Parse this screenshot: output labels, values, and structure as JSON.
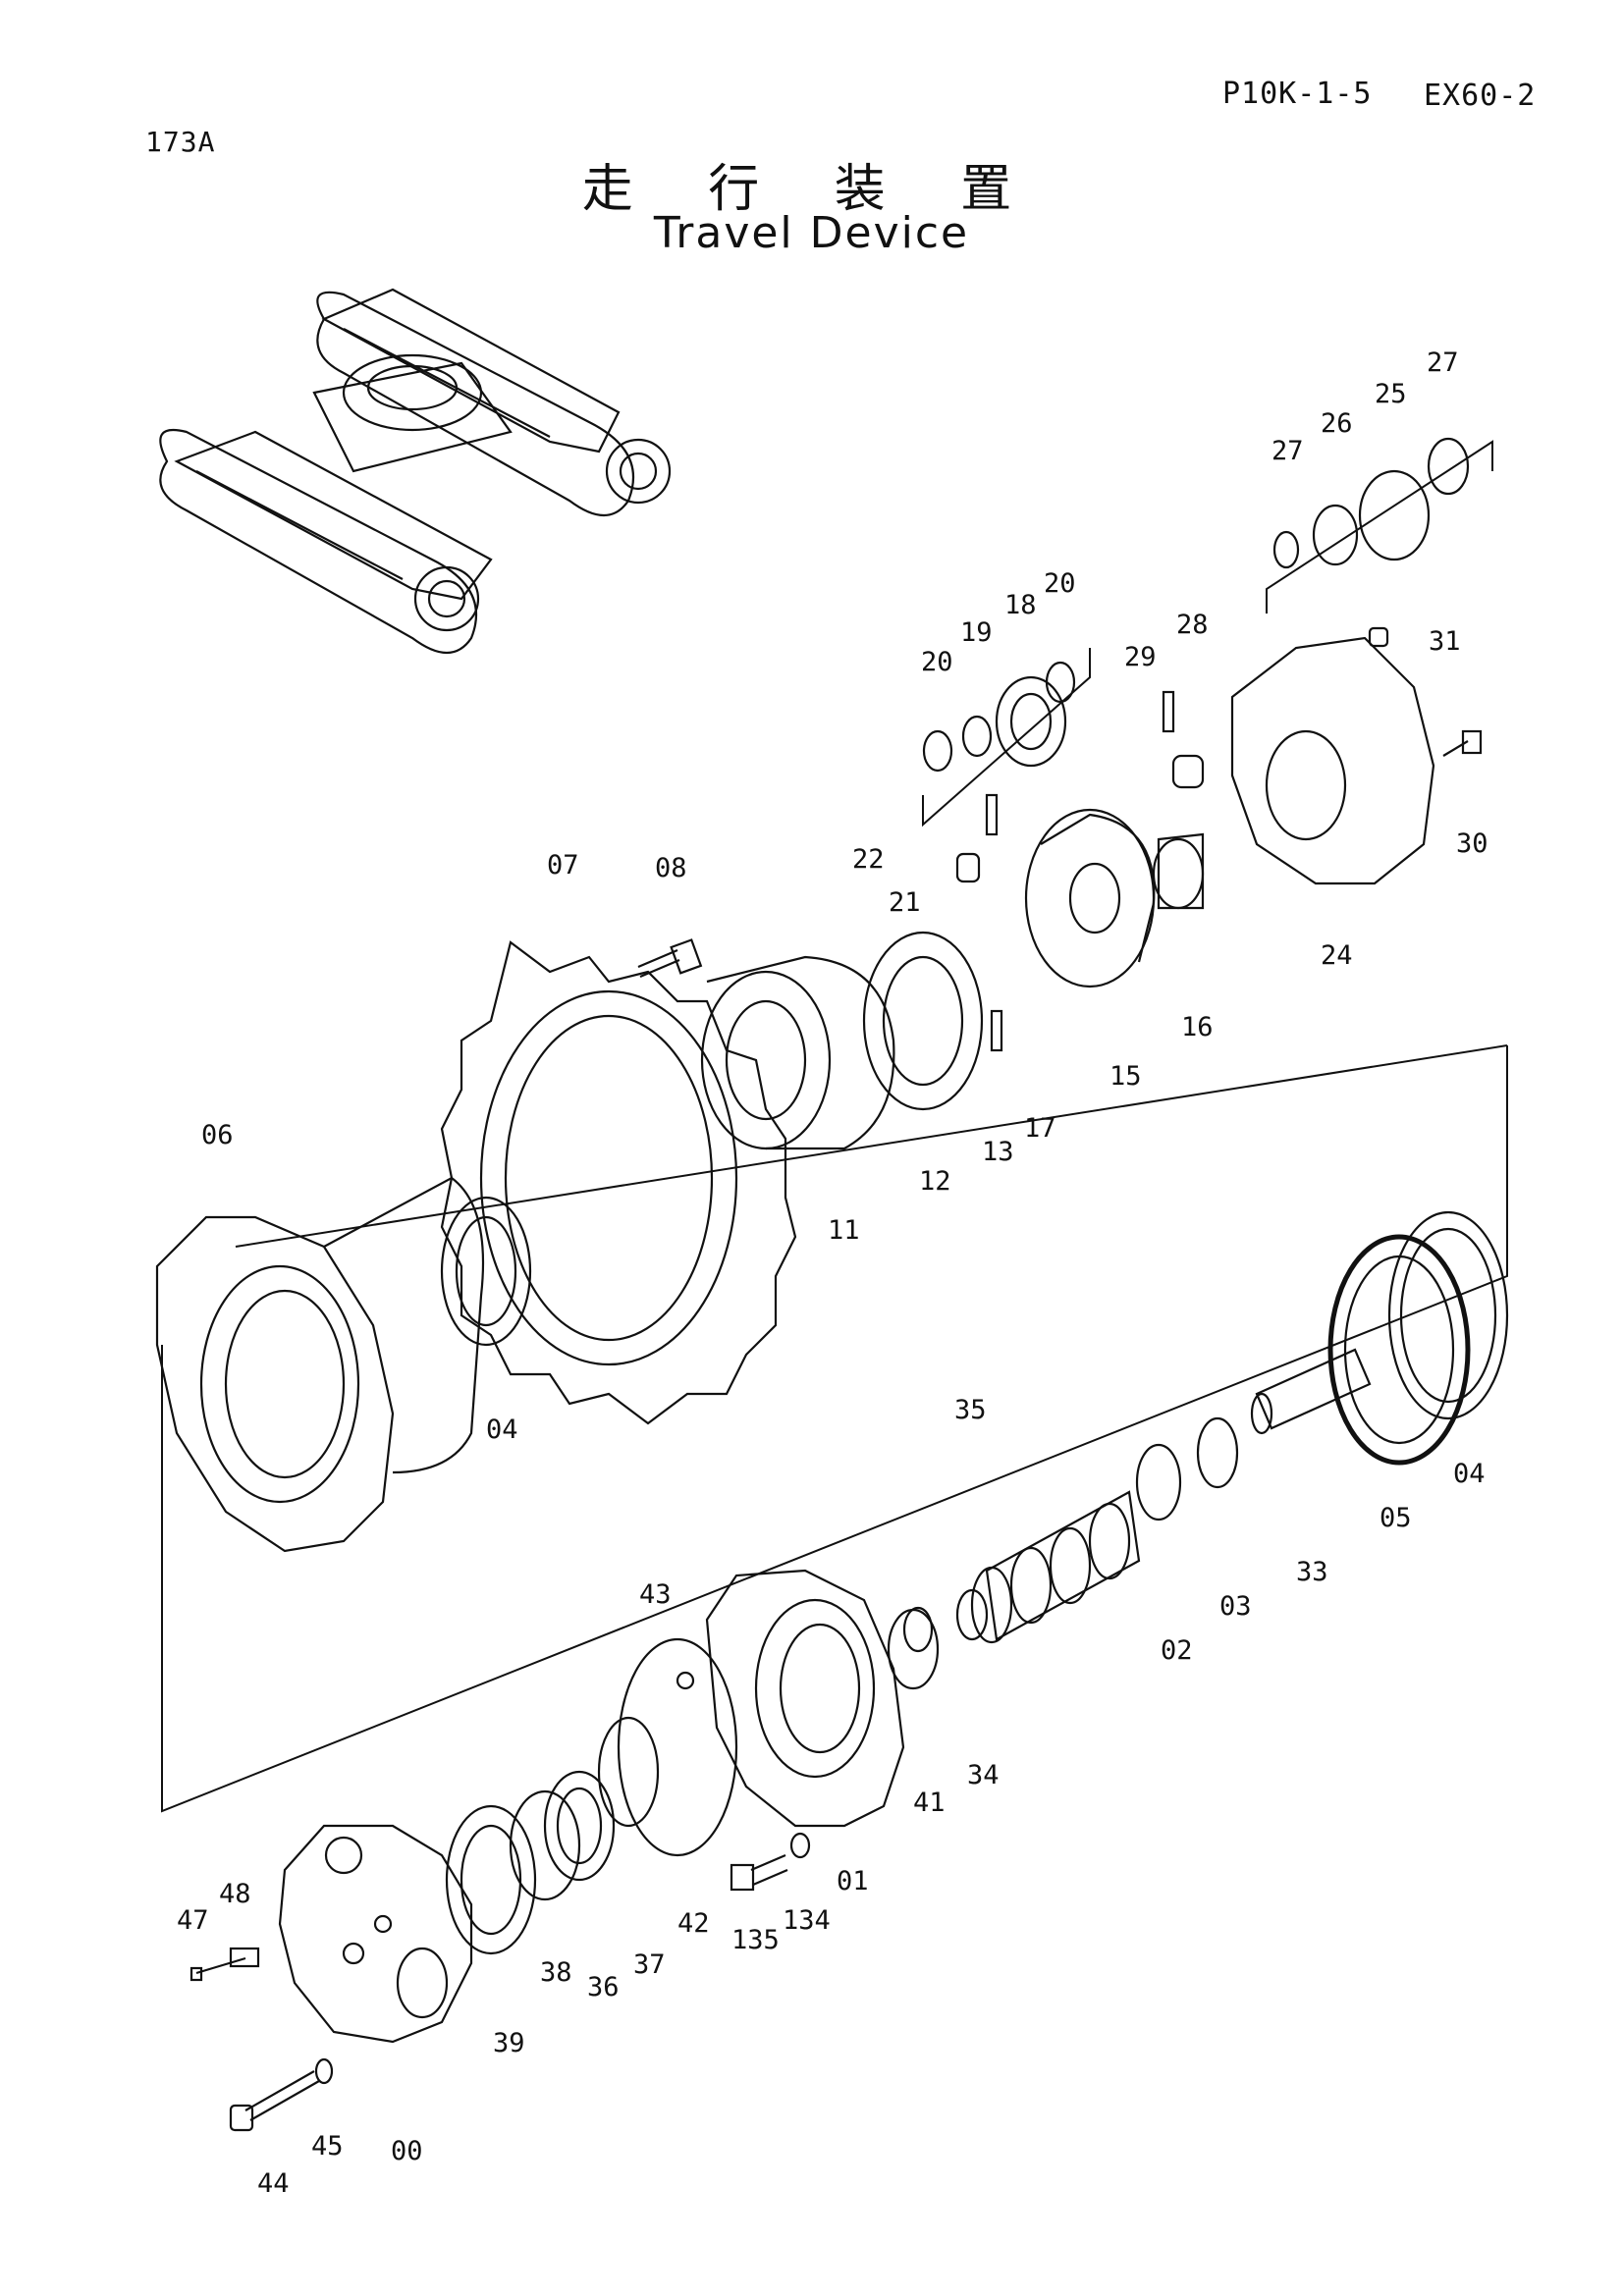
{
  "header": {
    "page_code": "P10K-1-5",
    "model": "EX60-2",
    "ref": "173A",
    "title_jp": "走 行 装 置",
    "title_en": "Travel Device"
  },
  "parts": [
    "00",
    "01",
    "02",
    "03",
    "04",
    "04",
    "05",
    "06",
    "07",
    "08",
    "11",
    "12",
    "13",
    "15",
    "16",
    "17",
    "18",
    "19",
    "20",
    "20",
    "21",
    "22",
    "24",
    "25",
    "26",
    "27",
    "27",
    "28",
    "29",
    "30",
    "31",
    "33",
    "34",
    "35",
    "36",
    "37",
    "38",
    "39",
    "41",
    "42",
    "43",
    "44",
    "45",
    "47",
    "48",
    "134",
    "135"
  ]
}
